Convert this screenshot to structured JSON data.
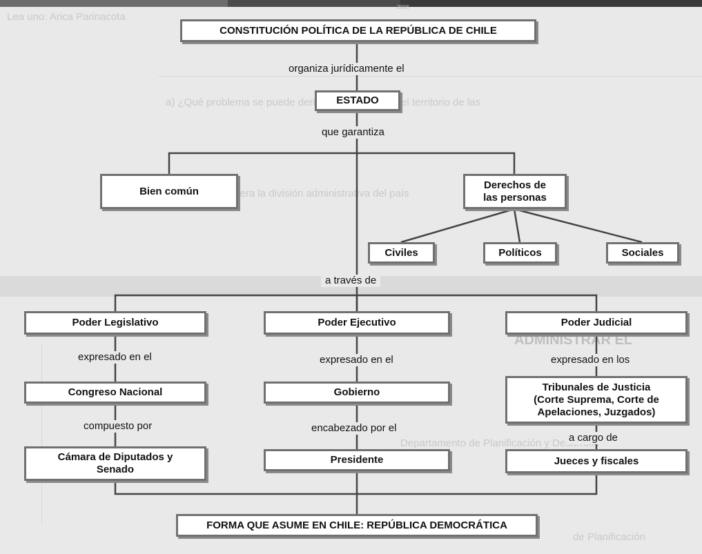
{
  "diagram": {
    "title": "CONSTITUCIÓN POLÍTICA DE LA REPÚBLICA DE CHILE",
    "estado": "ESTADO",
    "bien_comun": "Bien común",
    "derechos": "Derechos de\nlas personas",
    "civiles": "Civiles",
    "politicos": "Políticos",
    "sociales": "Sociales",
    "poder_legislativo": "Poder Legislativo",
    "poder_ejecutivo": "Poder Ejecutivo",
    "poder_judicial": "Poder Judicial",
    "congreso": "Congreso Nacional",
    "gobierno": "Gobierno",
    "tribunales": "Tribunales de Justicia\n(Corte Suprema, Corte de\nApelaciones, Juzgados)",
    "camara": "Cámara de Diputados y\nSenado",
    "presidente": "Presidente",
    "jueces": "Jueces y fiscales",
    "forma": "FORMA QUE ASUME EN CHILE: REPÚBLICA DEMOCRÁTICA"
  },
  "connectors": {
    "organiza": "organiza jurídicamente el",
    "garantiza": "que garantiza",
    "a_traves": "a través de",
    "expresado_el_1": "expresado en el",
    "expresado_el_2": "expresado en el",
    "expresado_los": "expresado en los",
    "compuesto": "compuesto por",
    "encabezado": "encabezado por el",
    "a_cargo": "a cargo de"
  },
  "background_text": {
    "year": "2006",
    "line_1": "Lea uno: Arica Parinacota",
    "line_2": "a) ¿Qué problema se puede derivar de la división del territorio de las",
    "line_3": "c) ¿De qué manera la división administrativa del país",
    "heading": "ADMINISTRAR EL",
    "line_4": "Departamento de Planificación y Desarrollo",
    "line_5": "de Planificación"
  }
}
